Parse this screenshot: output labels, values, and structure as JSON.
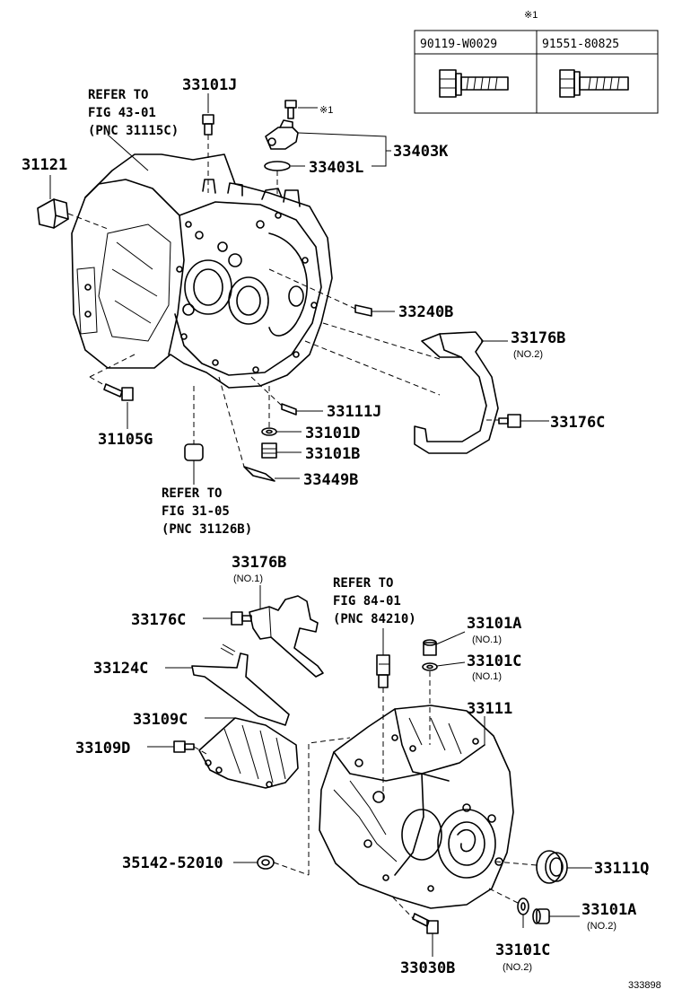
{
  "diagram_id": "333898",
  "bolt_table": {
    "mark": "※1",
    "part_a": "90119-W0029",
    "part_b": "91551-80825"
  },
  "refs": {
    "fig43": [
      "REFER TO",
      "FIG 43-01",
      "(PNC 31115C)"
    ],
    "fig31": [
      "REFER TO",
      "FIG 31-05",
      "(PNC 31126B)"
    ],
    "fig84": [
      "REFER TO",
      "FIG 84-01",
      "(PNC 84210)"
    ]
  },
  "labels": {
    "p33101J": "33101J",
    "p31121": "31121",
    "p33403K": "33403K",
    "p33403L": "33403L",
    "mark_bolt": "※1",
    "p33240B": "33240B",
    "p33176B_top": "33176B",
    "no2_33176B": "(NO.2)",
    "p33176C_top": "33176C",
    "p31105G": "31105G",
    "p33111J": "33111J",
    "p33101D": "33101D",
    "p33101B": "33101B",
    "p33449B": "33449B",
    "p33176B_bot": "33176B",
    "no1_33176B": "(NO.1)",
    "p33176C_bot": "33176C",
    "p33124C": "33124C",
    "p33109C": "33109C",
    "p33109D": "33109D",
    "p33101A_top": "33101A",
    "no1_33101A": "(NO.1)",
    "p33101C_top": "33101C",
    "no1_33101C": "(NO.1)",
    "p33111": "33111",
    "p35142": "35142-52010",
    "p33111Q": "33111Q",
    "p33101A_bot": "33101A",
    "no2_33101A": "(NO.2)",
    "p33101C_bot": "33101C",
    "no2_33101C": "(NO.2)",
    "p33030B": "33030B"
  }
}
